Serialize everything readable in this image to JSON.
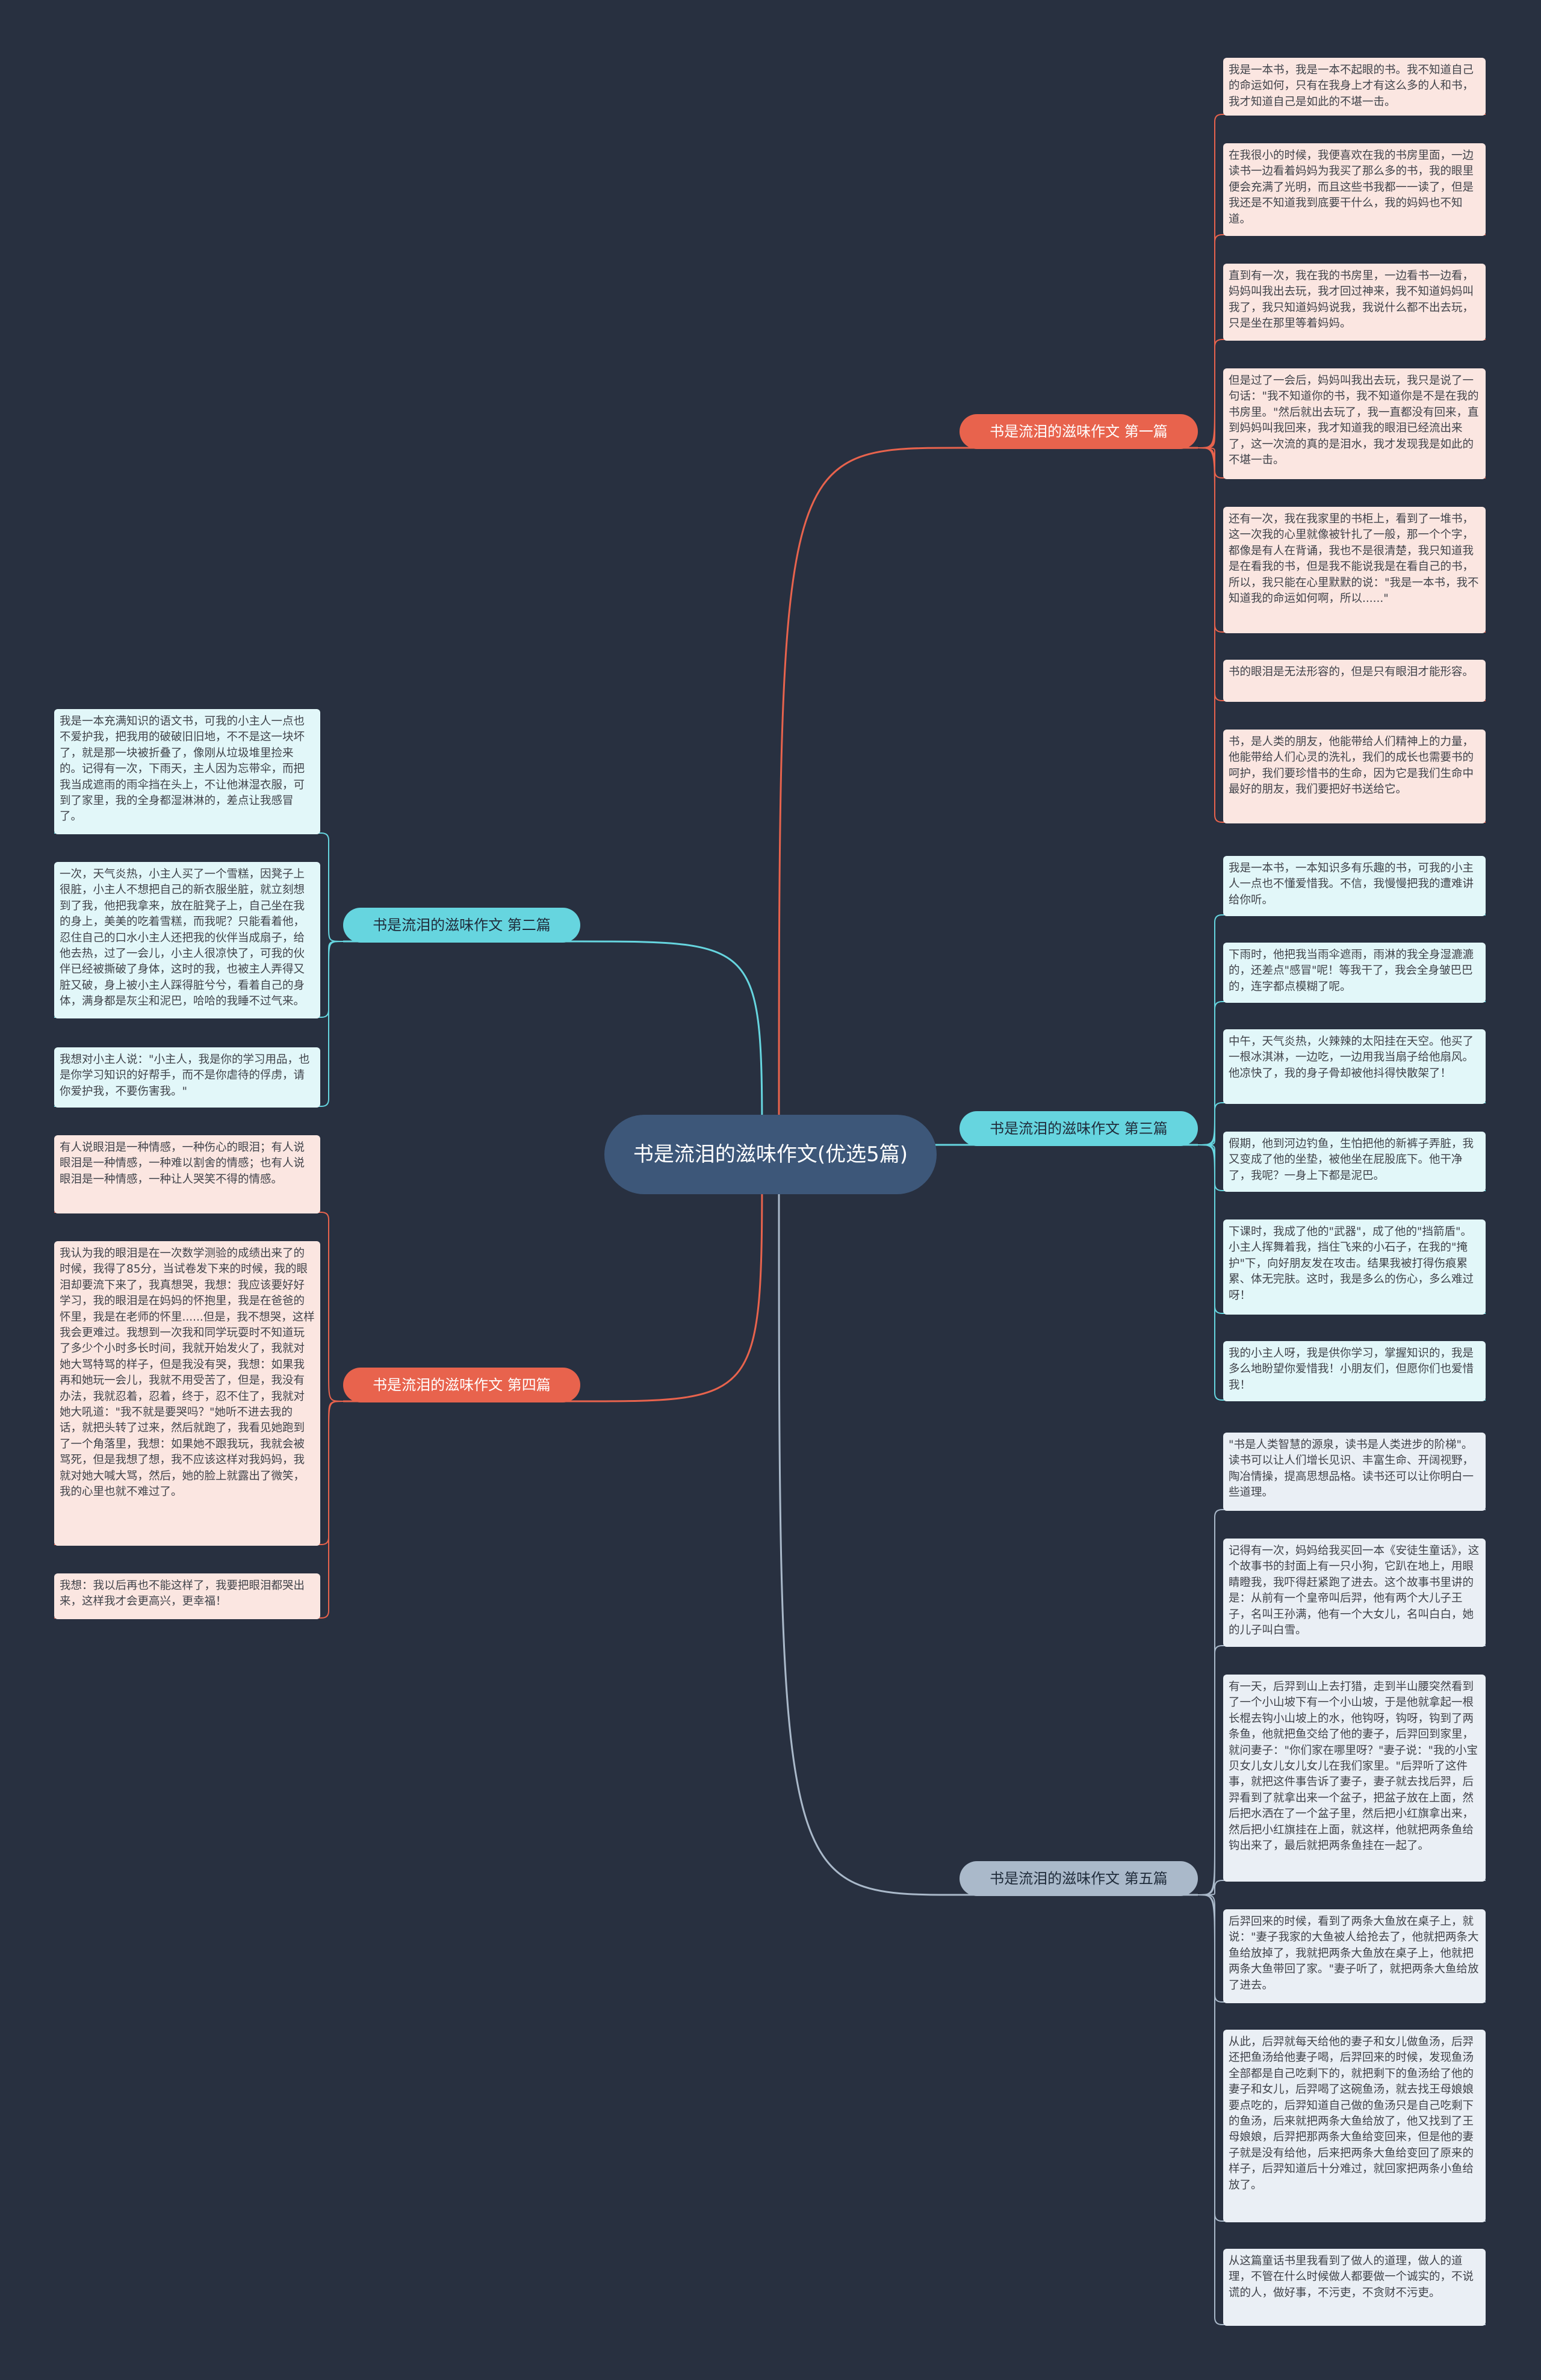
{
  "colors": {
    "background": "#283040",
    "root": "#3d5779",
    "branch_red": "#e8634d",
    "branch_cyan": "#66d5df",
    "branch_gray": "#aab9ca",
    "card_red": "#fbe6e1",
    "card_cyan": "#e2f7f9",
    "card_gray": "#eaeff5"
  },
  "root": {
    "title": "书是流泪的滋味作文(优选5篇)"
  },
  "branches": [
    {
      "label": "书是流泪的滋味作文 第一篇",
      "items": [
        "我是一本书，我是一本不起眼的书。我不知道自己的命运如何，只有在我身上才有这么多的人和书，我才知道自己是如此的不堪一击。",
        "在我很小的时候，我便喜欢在我的书房里面，一边读书一边看着妈妈为我买了那么多的书，我的眼里便会充满了光明，而且这些书我都一一读了，但是我还是不知道我到底要干什么，我的妈妈也不知道。",
        "直到有一次，我在我的书房里，一边看书一边看，妈妈叫我出去玩，我才回过神来，我不知道妈妈叫我了，我只知道妈妈说我，我说什么都不出去玩，只是坐在那里等着妈妈。",
        "但是过了一会后，妈妈叫我出去玩，我只是说了一句话：\"我不知道你的书，我不知道你是不是在我的书房里。\"然后就出去玩了，我一直都没有回来，直到妈妈叫我回来，我才知道我的眼泪已经流出来了，这一次流的真的是泪水，我才发现我是如此的不堪一击。",
        "还有一次，我在我家里的书柜上，看到了一堆书，这一次我的心里就像被针扎了一般，那一个个字，都像是有人在背诵，我也不是很清楚，我只知道我是在看我的书，但是我不能说我是在看自己的书，所以，我只能在心里默默的说：\"我是一本书，我不知道我的命运如何啊，所以......\"",
        "书的眼泪是无法形容的，但是只有眼泪才能形容。",
        "书，是人类的朋友，他能带给人们精神上的力量，他能带给人们心灵的洗礼，我们的成长也需要书的呵护，我们要珍惜书的生命，因为它是我们生命中最好的朋友，我们要把好书送给它。"
      ]
    },
    {
      "label": "书是流泪的滋味作文 第二篇",
      "items": [
        "我是一本充满知识的语文书，可我的小主人一点也不爱护我，把我用的破破旧旧地，不不是这一块坏了，就是那一块被折叠了，像刚从垃圾堆里捡来的。记得有一次，下雨天，主人因为忘带伞，而把我当成遮雨的雨伞挡在头上，不让他淋湿衣服，可到了家里，我的全身都湿淋淋的，差点让我感冒了。",
        "一次，天气炎热，小主人买了一个雪糕，因凳子上很脏，小主人不想把自己的新衣服坐脏，就立刻想到了我，他把我拿来，放在脏凳子上，自己坐在我的身上，美美的吃着雪糕，而我呢？只能看着他，忍住自己的口水小主人还把我的伙伴当成扇子，给他去热，过了一会儿，小主人很凉快了，可我的伙伴已经被撕破了身体，这时的我，也被主人弄得又脏又破，身上被小主人踩得脏兮兮，看着自己的身体，满身都是灰尘和泥巴，哈哈的我睡不过气来。",
        "我想对小主人说：\"小主人，我是你的学习用品，也是你学习知识的好帮手，而不是你虐待的俘虏，请你爱护我，不要伤害我。\""
      ]
    },
    {
      "label": "书是流泪的滋味作文 第三篇",
      "items": [
        "我是一本书，一本知识多有乐趣的书，可我的小主人一点也不懂爱惜我。不信，我慢慢把我的遭难讲给你听。",
        "下雨时，他把我当雨伞遮雨，雨淋的我全身湿漉漉的，还差点\"感冒\"呢！等我干了，我会全身皱巴巴的，连字都点模糊了呢。",
        "中午，天气炎热，火辣辣的太阳挂在天空。他买了一根冰淇淋，一边吃，一边用我当扇子给他扇风。他凉快了，我的身子骨却被他抖得快散架了！",
        "假期，他到河边钓鱼，生怕把他的新裤子弄脏，我又变成了他的坐垫，被他坐在屁股底下。他干净了，我呢？一身上下都是泥巴。",
        "下课时，我成了他的\"武器\"，成了他的\"挡箭盾\"。小主人挥舞着我，挡住飞来的小石子，在我的\"掩护\"下，向好朋友发在攻击。结果我被打得伤痕累累、体无完肤。这时，我是多么的伤心，多么难过呀！",
        "我的小主人呀，我是供你学习，掌握知识的，我是多么地盼望你爱惜我！小朋友们，但愿你们也爱惜我！"
      ]
    },
    {
      "label": "书是流泪的滋味作文 第四篇",
      "items": [
        "有人说眼泪是一种情感，一种伤心的眼泪；有人说眼泪是一种情感，一种难以割舍的情感；也有人说眼泪是一种情感，一种让人哭笑不得的情感。",
        "我认为我的眼泪是在一次数学测验的成绩出来了的时候，我得了85分，当试卷发下来的时候，我的眼泪却要流下来了，我真想哭，我想：我应该要好好学习，我的眼泪是在妈妈的怀抱里，我是在爸爸的怀里，我是在老师的怀里......但是，我不想哭，这样我会更难过。我想到一次我和同学玩耍时不知道玩了多少个小时多长时间，我就开始发火了，我就对她大骂特骂的样子，但是我没有哭，我想：如果我再和她玩一会儿，我就不用受苦了，但是，我没有办法，我就忍着，忍着，终于，忍不住了，我就对她大吼道：\"我不就是要哭吗？\"她听不进去我的话，就把头转了过来，然后就跑了，我看见她跑到了一个角落里，我想：如果她不跟我玩，我就会被骂死，但是我想了想，我不应该这样对我妈妈，我就对她大喊大骂，然后，她的脸上就露出了微笑，我的心里也就不难过了。",
        "我想：我以后再也不能这样了，我要把眼泪都哭出来，这样我才会更高兴，更幸福！"
      ]
    },
    {
      "label": "书是流泪的滋味作文 第五篇",
      "items": [
        "\"书是人类智慧的源泉，读书是人类进步的阶梯\"。读书可以让人们增长见识、丰富生命、开阔视野，陶冶情操，提高思想品格。读书还可以让你明白一些道理。",
        "记得有一次，妈妈给我买回一本《安徒生童话》，这个故事书的封面上有一只小狗，它趴在地上，用眼睛瞪我，我吓得赶紧跑了进去。这个故事书里讲的是：从前有一个皇帝叫后羿，他有两个大儿子王子，名叫王孙满，他有一个大女儿，名叫白白，她的儿子叫白雪。",
        "有一天，后羿到山上去打猎，走到半山腰突然看到了一个小山坡下有一个小山坡，于是他就拿起一根长棍去钩小山坡上的水，他钩呀，钩呀，钩到了两条鱼，他就把鱼交给了他的妻子，后羿回到家里，就问妻子：\"你们家在哪里呀？\"妻子说：\"我的小宝贝女儿女儿女儿女儿在我们家里。\"后羿听了这件事，就把这件事告诉了妻子，妻子就去找后羿，后羿看到了就拿出来一个盆子，把盆子放在上面，然后把水洒在了一个盆子里，然后把小红旗拿出来，然后把小红旗挂在上面，就这样，他就把两条鱼给钩出来了，最后就把两条鱼挂在一起了。",
        "后羿回来的时候，看到了两条大鱼放在桌子上，就说：\"妻子我家的大鱼被人给抢去了，他就把两条大鱼给放掉了，我就把两条大鱼放在桌子上，他就把两条大鱼带回了家。\"妻子听了，就把两条大鱼给放了进去。",
        "从此，后羿就每天给他的妻子和女儿做鱼汤，后羿还把鱼汤给他妻子喝，后羿回来的时候，发现鱼汤全部都是自己吃剩下的，就把剩下的鱼汤给了他的妻子和女儿，后羿喝了这碗鱼汤，就去找王母娘娘要点吃的，后羿知道自己做的鱼汤只是自己吃剩下的鱼汤，后来就把两条大鱼给放了，他又找到了王母娘娘，后羿把那两条大鱼给变回来，但是他的妻子就是没有给他，后来把两条大鱼给变回了原来的样子，后羿知道后十分难过，就回家把两条小鱼给放了。",
        "从这篇童话书里我看到了做人的道理，做人的道理，不管在什么时候做人都要做一个诚实的，不说谎的人，做好事，不污吏，不贪财不污吏。"
      ]
    }
  ]
}
